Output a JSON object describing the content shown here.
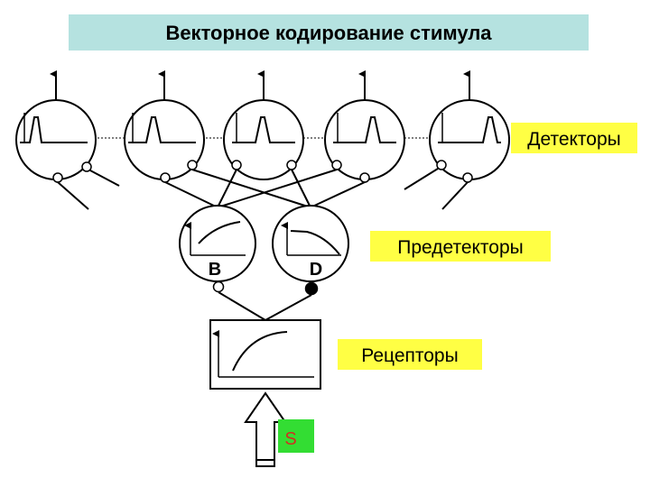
{
  "title": "Векторное кодирование стимула",
  "labels": {
    "detectors": "Детекторы",
    "predetectors": "Предетекторы",
    "receptors": "Рецепторы",
    "predetector_b": "B",
    "predetector_d": "D",
    "stimulus": "S"
  },
  "colors": {
    "title_bg": "#b5e2e0",
    "label_bg": "#ffff44",
    "stimulus_bg": "#33dd33",
    "stimulus_text": "#d03020",
    "stroke": "#000000"
  }
}
